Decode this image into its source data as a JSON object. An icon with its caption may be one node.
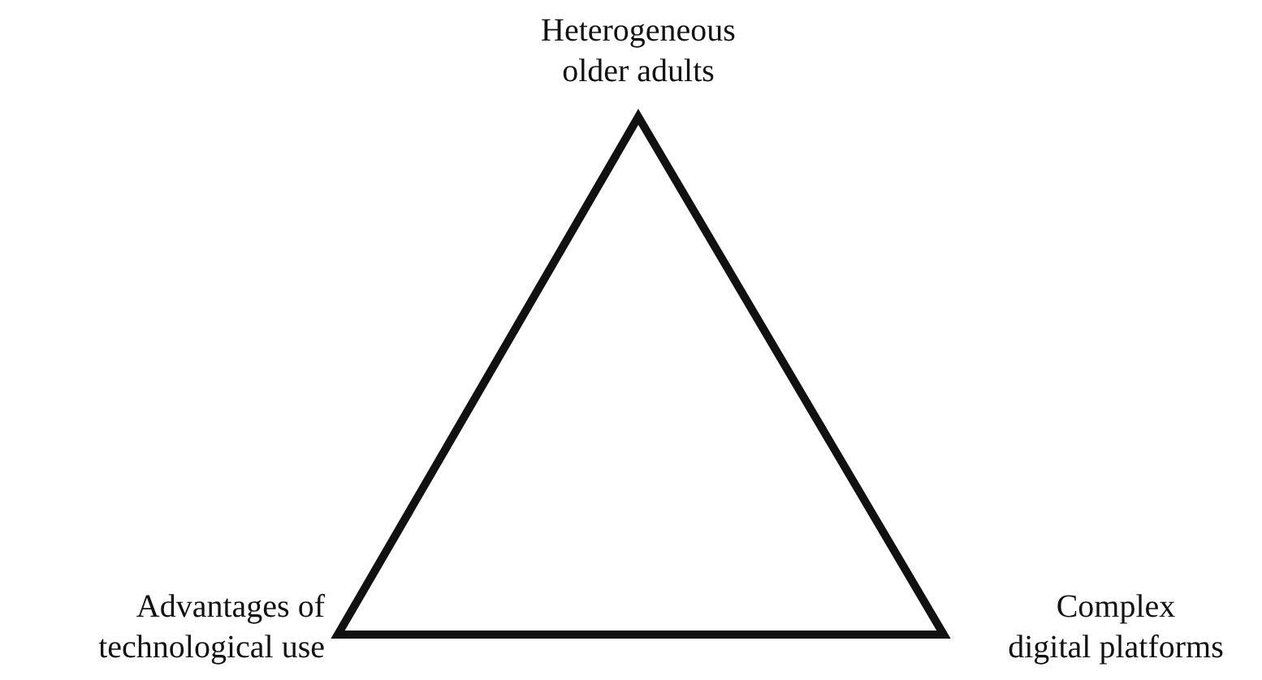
{
  "diagram": {
    "labels": [
      "Heterogeneous older adults",
      "Advantages of technological use",
      "Complex digital platforms"
    ]
  }
}
